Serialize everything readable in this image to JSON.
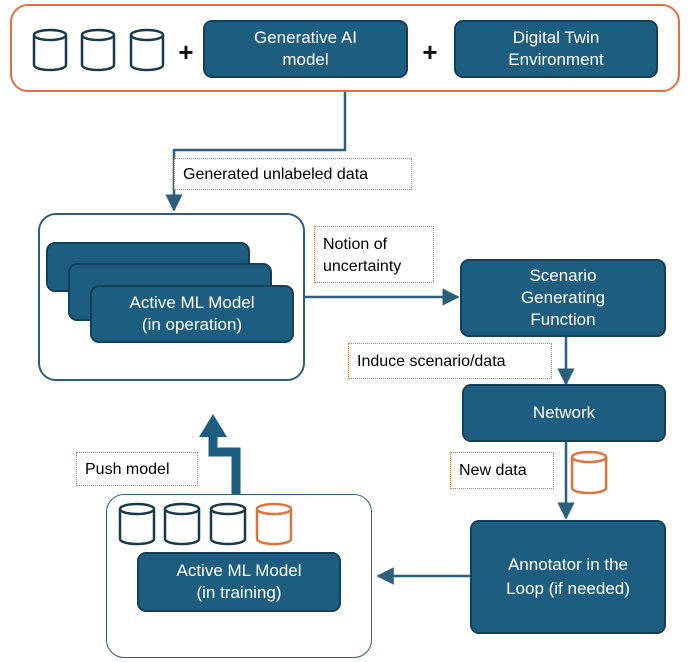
{
  "top": {
    "gen_ai_label": "Generative AI\nmodel",
    "digital_twin_label": "Digital Twin\nEnvironment",
    "plus": "+"
  },
  "labels": {
    "generated_unlabeled": "Generated unlabeled data",
    "notion_uncertainty": "Notion of\nuncertainty",
    "induce_scenario": "Induce scenario/data",
    "new_data": "New data",
    "push_model": "Push model"
  },
  "boxes": {
    "active_ml_operation": "Active ML Model\n(in operation)",
    "scenario_generating": "Scenario\nGenerating\nFunction",
    "network": "Network",
    "annotator": "Annotator in the\nLoop (if needed)",
    "active_ml_training": "Active ML Model\n(in training)"
  },
  "colors": {
    "box_fill": "#1d5d80",
    "box_border": "#143f58",
    "accent_orange": "#e0713d",
    "frame_blue": "#2c5f7e"
  }
}
